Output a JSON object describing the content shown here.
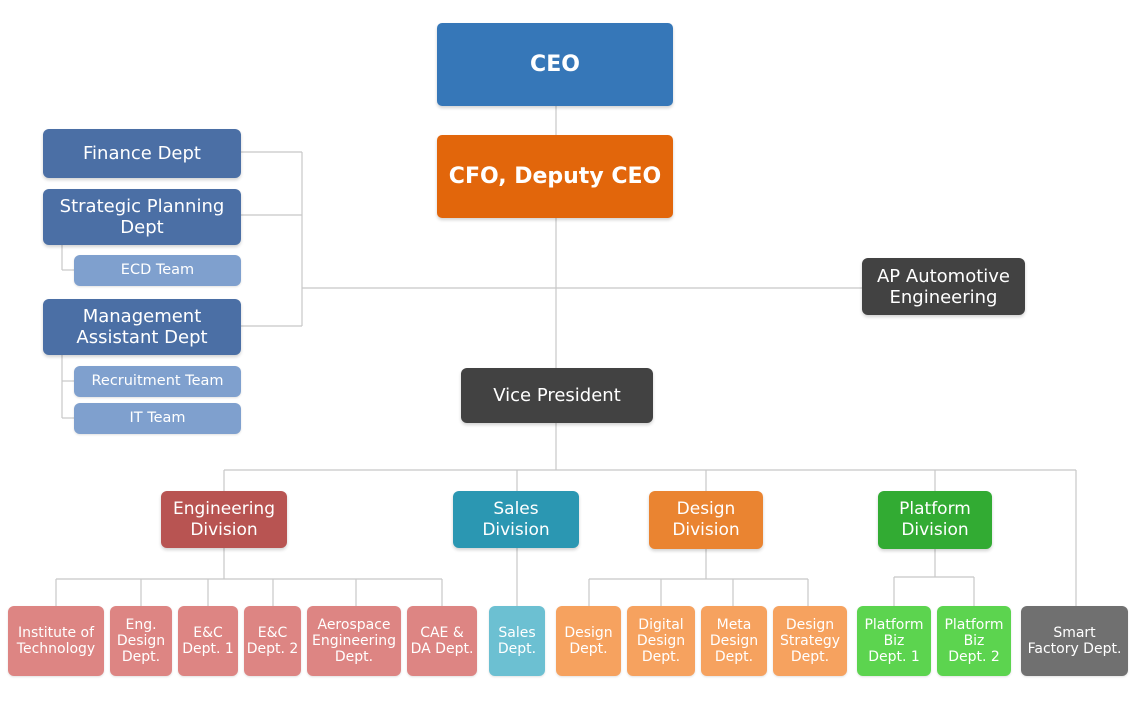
{
  "colors": {
    "ceo": "#3677b8",
    "cfo": "#e2660b",
    "staff_dept": "#4b6fa5",
    "staff_team": "#7fa0ce",
    "dark": "#424242",
    "engineering": "#b85452",
    "engineering_dept": "#dd8583",
    "sales": "#2b97b2",
    "sales_dept": "#6cc0d2",
    "design": "#ea8431",
    "design_dept": "#f6a25f",
    "platform": "#32ab33",
    "platform_dept": "#5cd44f",
    "smart_factory": "#707070",
    "connector": "#c8c8c8"
  },
  "org": {
    "ceo": "CEO",
    "cfo": "CFO, Deputy CEO",
    "staff": {
      "finance": "Finance Dept",
      "strategic_planning": "Strategic Planning\nDept",
      "ecd_team": "ECD Team",
      "management_assistant": "Management\nAssistant Dept",
      "recruitment_team": "Recruitment Team",
      "it_team": "IT Team"
    },
    "ap_automotive": "AP Automotive\nEngineering",
    "vice_president": "Vice President",
    "divisions": {
      "engineering": {
        "label": "Engineering\nDivision",
        "depts": [
          "Institute of\nTechnology",
          "Eng.\nDesign\nDept.",
          "E&C\nDept. 1",
          "E&C\nDept. 2",
          "Aerospace\nEngineering\nDept.",
          "CAE &\nDA Dept."
        ]
      },
      "sales": {
        "label": "Sales\nDivision",
        "depts": [
          "Sales\nDept."
        ]
      },
      "design": {
        "label": "Design\nDivision",
        "depts": [
          "Design\nDept.",
          "Digital\nDesign\nDept.",
          "Meta\nDesign\nDept.",
          "Design\nStrategy\nDept."
        ]
      },
      "platform": {
        "label": "Platform\nDivision",
        "depts": [
          "Platform\nBiz\nDept. 1",
          "Platform\nBiz\nDept. 2"
        ]
      }
    },
    "smart_factory": "Smart\nFactory Dept."
  }
}
